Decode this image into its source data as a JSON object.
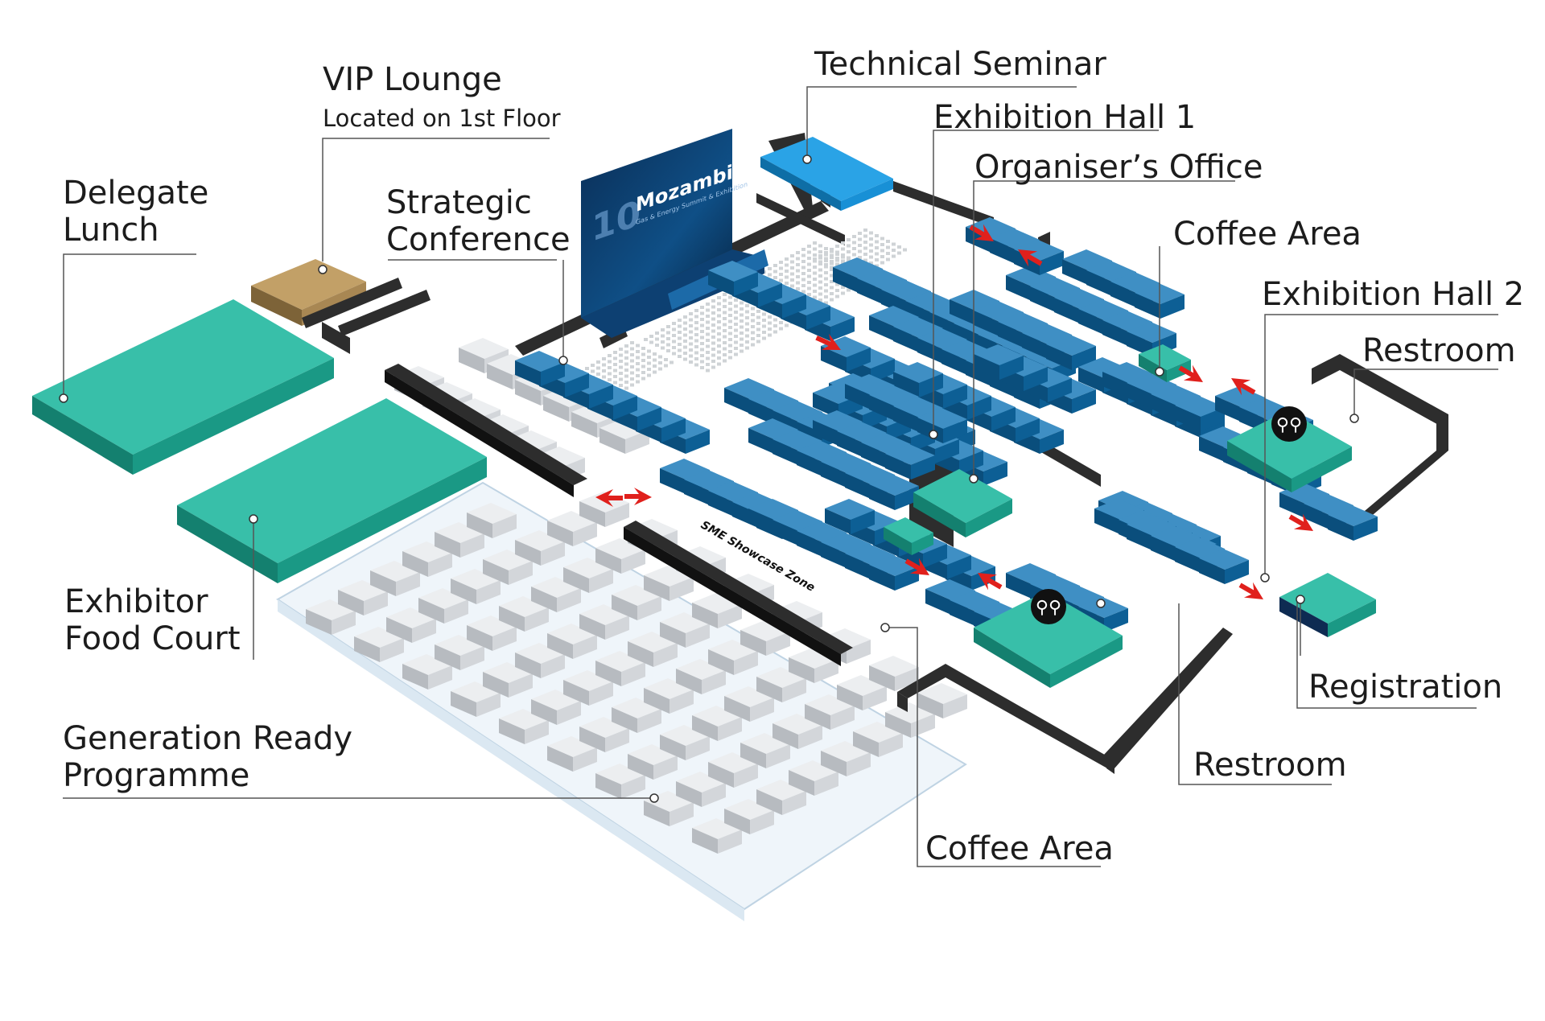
{
  "banner": {
    "number": "10",
    "title": "Mozambique",
    "subtitle": "Gas & Energy Summit & Exhibition"
  },
  "sme_zone": "SME Showcase Zone",
  "labels": {
    "technical_seminar": "Technical Seminar",
    "vip_lounge": "VIP Lounge",
    "vip_lounge_note": "Located on 1st Floor",
    "exhibition_hall_1": "Exhibition Hall 1",
    "organisers_office": "Organiser’s Office",
    "delegate_lunch_1": "Delegate",
    "delegate_lunch_2": "Lunch",
    "strategic_conference_1": "Strategic",
    "strategic_conference_2": "Conference",
    "coffee_area_top": "Coffee Area",
    "exhibition_hall_2": "Exhibition Hall 2",
    "restroom_right": "Restroom",
    "exhibitor_food_court_1": "Exhibitor",
    "exhibitor_food_court_2": "Food Court",
    "registration": "Registration",
    "generation_ready_1": "Generation Ready",
    "generation_ready_2": "Programme",
    "restroom_bottom": "Restroom",
    "coffee_area_bottom": "Coffee Area"
  },
  "colors": {
    "booth_blue": "#0d5f95",
    "booth_light": "#b9daf2",
    "teal": "#1fa391",
    "vip_brown": "#a88753",
    "wall": "#2d2d2d",
    "grey_booth": "#d6d9dc",
    "seminar_blue": "#1890d6",
    "arrow_red": "#e0201c"
  }
}
